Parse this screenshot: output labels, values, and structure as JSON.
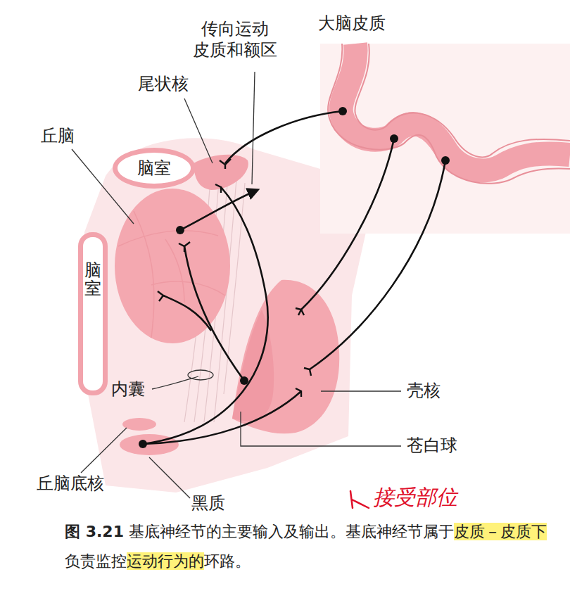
{
  "diagram": {
    "caption": "图 3.21 基底神经节的主要输入及输出。基底神经节属于皮质－皮质下负责监控运动行为的环路。",
    "nodes": [
      {
        "text": [
          "脑室"
        ]
      },
      {
        "text": [
          "脑室"
        ]
      }
    ],
    "labels": [
      "传向运动 皮质和额区",
      "大脑皮质",
      "尾状核",
      "丘脑",
      "内囊",
      "壳核",
      "苍白球",
      "丘脑底核",
      "黑质",
      "接受部位"
    ]
  }
}
